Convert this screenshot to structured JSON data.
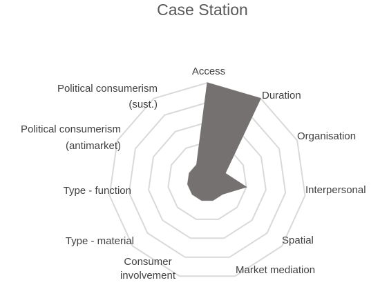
{
  "chart_data": {
    "type": "radar",
    "title": "Case Station",
    "categories": [
      "Access",
      "Duration",
      "Organisation",
      "Interpersonal",
      "Spatial",
      "Market mediation",
      "Consumer involvement",
      "Type - material",
      "Type - function",
      "Political consumerism (antimarket)",
      "Political consumerism (sust.)"
    ],
    "label_lines": [
      [
        "Access"
      ],
      [
        "Duration"
      ],
      [
        "Organisation"
      ],
      [
        "Interpersonal"
      ],
      [
        "Spatial"
      ],
      [
        "Market mediation"
      ],
      [
        "Consumer",
        "involvement"
      ],
      [
        "Type - material"
      ],
      [
        "Type - function"
      ],
      [
        "Political consumerism",
        "(antimarket)"
      ],
      [
        "Political consumerism",
        "(sust.)"
      ]
    ],
    "series": [
      {
        "values": [
          5,
          5,
          1,
          2,
          1,
          1,
          1,
          1,
          1,
          1,
          1
        ],
        "color": "#767171"
      }
    ],
    "rlim": [
      0,
      5
    ],
    "grid_levels": 5,
    "legend": "none",
    "colors": {
      "fill": "#767171",
      "grid": "#d9d9d9",
      "text": "#404040",
      "title": "#595959"
    }
  }
}
